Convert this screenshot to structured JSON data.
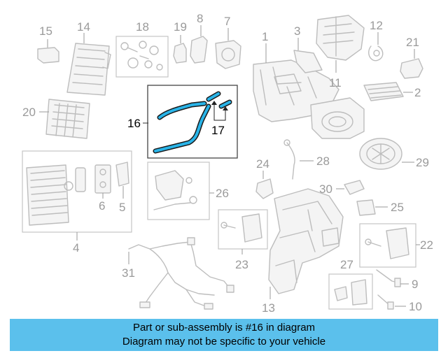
{
  "diagram": {
    "highlighted_part": "16",
    "callouts": {
      "c1": "1",
      "c2": "2",
      "c3": "3",
      "c4": "4",
      "c5": "5",
      "c6": "6",
      "c7": "7",
      "c8": "8",
      "c9": "9",
      "c10": "10",
      "c11": "11",
      "c12": "12",
      "c13": "13",
      "c14": "14",
      "c15": "15",
      "c16": "16",
      "c17": "17",
      "c18": "18",
      "c19": "19",
      "c20": "20",
      "c21": "21",
      "c22": "22",
      "c23": "23",
      "c24": "24",
      "c25": "25",
      "c26": "26",
      "c27": "27",
      "c28": "28",
      "c29": "29",
      "c30": "30",
      "c31": "31"
    }
  },
  "banner": {
    "line1": "Part or sub-assembly is #16 in diagram",
    "line2": "Diagram may not be specific to your vehicle"
  },
  "colors": {
    "banner_bg": "#5bc0ec",
    "highlight": "#29b4e8",
    "part_stroke": "#bdbdbd",
    "callout_text": "#9a9a9a"
  }
}
